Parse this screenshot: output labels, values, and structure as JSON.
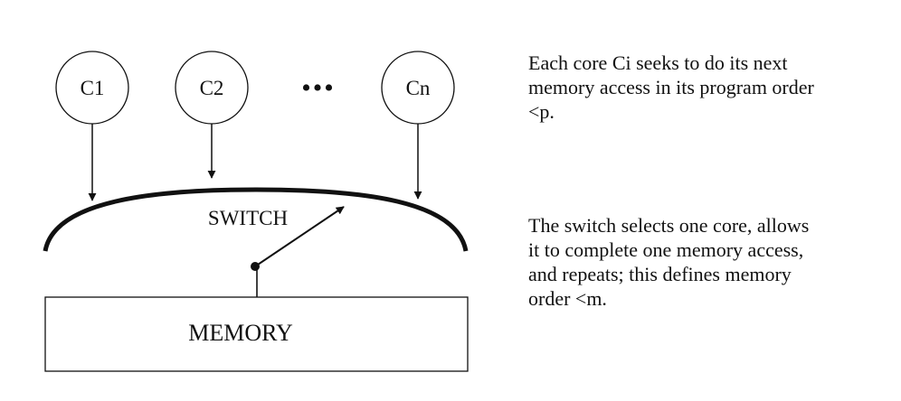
{
  "diagram": {
    "cores": [
      {
        "label": "C1"
      },
      {
        "label": "C2"
      },
      {
        "label": "Cn"
      }
    ],
    "ellipsis": "•••",
    "switch_label": "SWITCH",
    "memory_label": "MEMORY"
  },
  "notes": {
    "top": [
      "Each core Ci seeks to do its next",
      "memory access in its program order",
      "<p."
    ],
    "bottom": [
      "The switch selects one core, allows",
      "it to complete one memory access,",
      "and repeats; this defines memory",
      "order <m."
    ]
  }
}
